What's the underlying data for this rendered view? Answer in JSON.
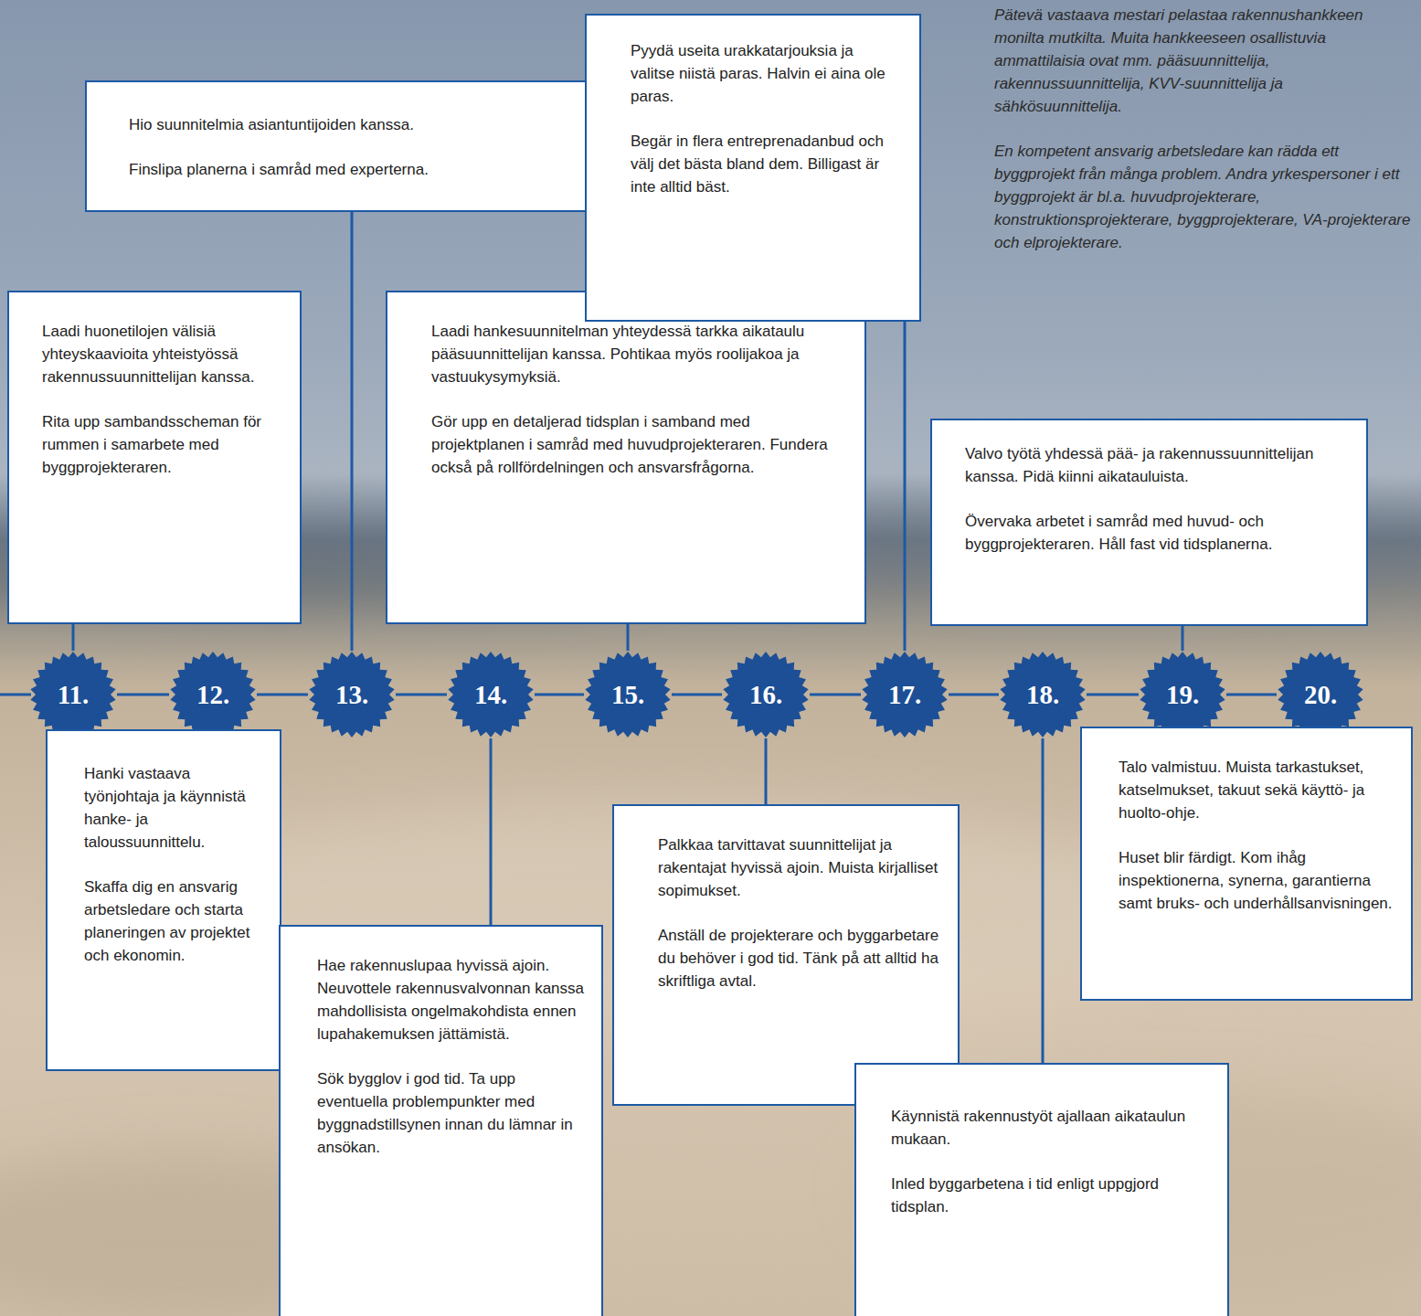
{
  "diagram": {
    "nodes": [
      {
        "text": [
          "11."
        ]
      },
      {
        "text": [
          "12."
        ]
      },
      {
        "text": [
          "13."
        ]
      },
      {
        "text": [
          "14."
        ]
      },
      {
        "text": [
          "15."
        ]
      },
      {
        "text": [
          "16."
        ]
      },
      {
        "text": [
          "17."
        ]
      },
      {
        "text": [
          "18."
        ]
      },
      {
        "text": [
          "19."
        ]
      },
      {
        "text": [
          "20."
        ]
      },
      {
        "text": [
          "Laadi huonetilojen välisiä yhteyskaavioita yhteistyössä rakennussuunnittelijan kanssa.",
          "Rita upp sambandsscheman för rummen i samarbete med byggprojekteraren."
        ]
      },
      {
        "text": [
          "Hanki vastaava työnjohtaja ja käynnistä hanke- ja taloussuunnittelu.",
          "Skaffa dig en ansvarig arbetsledare och starta planeringen av projektet och ekonomin."
        ]
      },
      {
        "text": [
          "Hio suunnitelmia asiantuntijoiden kanssa.",
          "Finslipa planerna i samråd med experterna."
        ]
      },
      {
        "text": [
          "Hae rakennuslupaa hyvissä ajoin. Neuvottele rakennusvalvonnan kanssa mahdollisista ongelmakohdista ennen lupahakemuksen jättämistä.",
          "Sök bygglov i god tid. Ta upp eventuella problempunkter med byggnadstillsynen innan du lämnar in ansökan."
        ]
      },
      {
        "text": [
          "Laadi hankesuunnitelman yhteydessä tarkka aikataulu pääsuunnittelijan kanssa. Pohtikaa myös roolijakoa ja vastuukysymyksiä.",
          "Gör upp en detaljerad tidsplan i samband med projektplanen i samråd med huvudprojekteraren. Fundera också på rollfördelningen och ansvarsfrågorna."
        ]
      },
      {
        "text": [
          "Palkkaa tarvittavat suunnittelijat ja rakentajat hyvissä ajoin. Muista kirjalliset sopimukset.",
          "Anställ de projekterare och byggarbetare du behöver i god tid. Tänk på att alltid ha skriftliga avtal."
        ]
      },
      {
        "text": [
          "Pyydä useita urakkatarjouksia ja valitse niistä paras. Halvin ei aina ole paras.",
          "Begär in flera entreprenadanbud och välj det bästa bland dem. Billigast är inte alltid bäst."
        ]
      },
      {
        "text": [
          "Käynnistä rakennustyöt ajallaan aikataulun mukaan.",
          "Inled byggarbetena i tid enligt uppgjord tidsplan."
        ]
      },
      {
        "text": [
          "Valvo työtä yhdessä pää- ja rakennussuunnittelijan kanssa. Pidä kiinni aikatauluista.",
          "Övervaka arbetet i samråd med huvud- och byggprojekteraren. Håll fast vid tidsplanerna."
        ]
      },
      {
        "text": [
          "Talo valmistuu. Muista tarkastukset, katselmukset, takuut sekä käyttö- ja huolto-ohje.",
          "Huset blir färdigt. Kom ihåg inspektionerna, synerna, garantierna samt bruks- och underhållsanvisningen."
        ]
      }
    ],
    "edges": [
      {
        "from": 0,
        "to": 1,
        "arrow": "none"
      },
      {
        "from": 1,
        "to": 2,
        "arrow": "none"
      },
      {
        "from": 2,
        "to": 3,
        "arrow": "none"
      },
      {
        "from": 3,
        "to": 4,
        "arrow": "none"
      },
      {
        "from": 4,
        "to": 5,
        "arrow": "none"
      },
      {
        "from": 5,
        "to": 6,
        "arrow": "none"
      },
      {
        "from": 6,
        "to": 7,
        "arrow": "none"
      },
      {
        "from": 7,
        "to": 8,
        "arrow": "none"
      },
      {
        "from": 8,
        "to": 9,
        "arrow": "none"
      },
      {
        "from": 0,
        "to": 10,
        "arrow": "none"
      },
      {
        "from": 1,
        "to": 11,
        "arrow": "none"
      },
      {
        "from": 2,
        "to": 12,
        "arrow": "none"
      },
      {
        "from": 3,
        "to": 13,
        "arrow": "none"
      },
      {
        "from": 4,
        "to": 14,
        "arrow": "none"
      },
      {
        "from": 5,
        "to": 15,
        "arrow": "none"
      },
      {
        "from": 6,
        "to": 16,
        "arrow": "none"
      },
      {
        "from": 7,
        "to": 17,
        "arrow": "none"
      },
      {
        "from": 8,
        "to": 18,
        "arrow": "none"
      },
      {
        "from": 9,
        "to": 19,
        "arrow": "none"
      }
    ],
    "labels": [
      "Pätevä vastaava mestari pelastaa rakennushankkeen monilta mutkilta. Muita hankkeeseen osallistuvia ammattilaisia ovat mm. pääsuunnittelija, rakennussuunnittelija, KVV-suunnittelija ja sähkösuunnittelija.",
      "En kompetent ansvarig arbetsledare kan rädda ett byggprojekt från många problem. Andra yrkespersoner i ett byggprojekt är bl.a. huvudprojekterare, konstruktionsprojekterare, byggprojekterare, VA-projekterare och elprojekterare."
    ]
  }
}
